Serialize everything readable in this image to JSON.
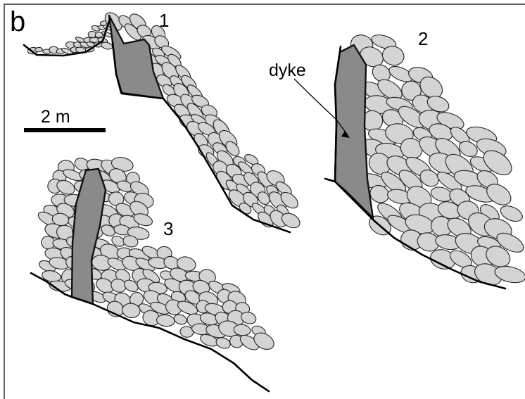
{
  "panel_label": "b",
  "outcrop_labels": [
    "1",
    "2",
    "3"
  ],
  "scale_bar": {
    "label": "2 m"
  },
  "annotation": {
    "label": "dyke"
  },
  "colors": {
    "clasts": "#d4d4d4",
    "dyke": "#8a8a8a",
    "outline": "#000000"
  }
}
